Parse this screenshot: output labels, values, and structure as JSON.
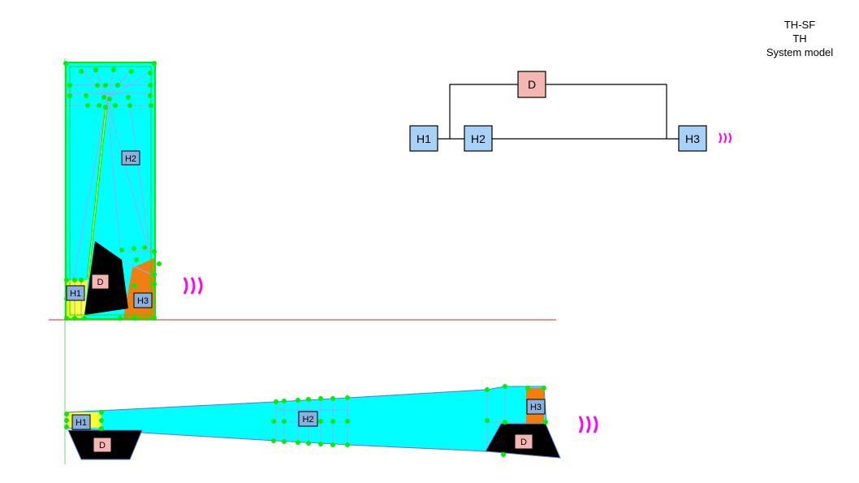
{
  "title_block": {
    "line1": "TH-SF",
    "line2": "TH",
    "line3": "System model"
  },
  "labels": {
    "h1": "H1",
    "h2": "H2",
    "h3": "H3",
    "d": "D"
  },
  "colors": {
    "fluid": "#00ffff",
    "mesh_line": "#9aa6f5",
    "outline": "#5a7bd6",
    "node": "#00ee00",
    "wall": "#000000",
    "hot": "#f07f12",
    "cold": "#ffff33",
    "heat_box": "#8ab0e0",
    "d_box": "#f4b6b2",
    "model_box": "#a9d1f7",
    "red_line": "#e05050",
    "sound_mark": "#ff00ff"
  },
  "icons": {
    "wave": "sound-wave-icon"
  }
}
